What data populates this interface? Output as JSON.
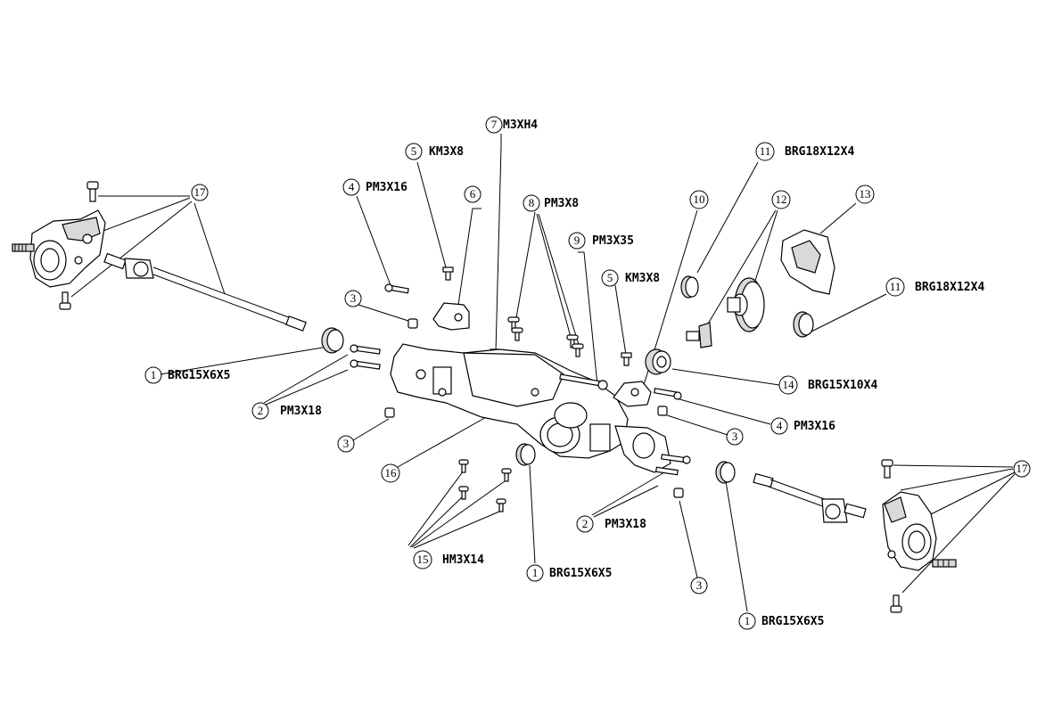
{
  "colors": {
    "ink": "#000000",
    "background": "#ffffff",
    "part_fill": "#ffffff",
    "shade": "#d9d9d9"
  },
  "callouts": [
    {
      "id": "c17a",
      "num": "17",
      "spec": ""
    },
    {
      "id": "c4a",
      "num": "4",
      "spec": "PM3X16"
    },
    {
      "id": "c5a",
      "num": "5",
      "spec": "KM3X8"
    },
    {
      "id": "c7",
      "num": "7",
      "spec": "M3XH4"
    },
    {
      "id": "c6",
      "num": "6",
      "spec": ""
    },
    {
      "id": "c8",
      "num": "8",
      "spec": "PM3X8"
    },
    {
      "id": "c9",
      "num": "9",
      "spec": "PM3X35"
    },
    {
      "id": "c10",
      "num": "10",
      "spec": ""
    },
    {
      "id": "c11a",
      "num": "11",
      "spec": "BRG18X12X4"
    },
    {
      "id": "c12",
      "num": "12",
      "spec": ""
    },
    {
      "id": "c13",
      "num": "13",
      "spec": ""
    },
    {
      "id": "c11b",
      "num": "11",
      "spec": "BRG18X12X4"
    },
    {
      "id": "c5b",
      "num": "5",
      "spec": "KM3X8"
    },
    {
      "id": "c3a",
      "num": "3",
      "spec": ""
    },
    {
      "id": "c1a",
      "num": "1",
      "spec": "BRG15X6X5"
    },
    {
      "id": "c2a",
      "num": "2",
      "spec": "PM3X18"
    },
    {
      "id": "c3b",
      "num": "3",
      "spec": ""
    },
    {
      "id": "c14",
      "num": "14",
      "spec": "BRG15X10X4"
    },
    {
      "id": "c4b",
      "num": "4",
      "spec": "PM3X16"
    },
    {
      "id": "c3c",
      "num": "3",
      "spec": ""
    },
    {
      "id": "c16",
      "num": "16",
      "spec": ""
    },
    {
      "id": "c17b",
      "num": "17",
      "spec": ""
    },
    {
      "id": "c2b",
      "num": "2",
      "spec": "PM3X18"
    },
    {
      "id": "c15",
      "num": "15",
      "spec": "HM3X14"
    },
    {
      "id": "c1b",
      "num": "1",
      "spec": "BRG15X6X5"
    },
    {
      "id": "c3d",
      "num": "3",
      "spec": ""
    },
    {
      "id": "c1c",
      "num": "1",
      "spec": "BRG15X6X5"
    }
  ]
}
